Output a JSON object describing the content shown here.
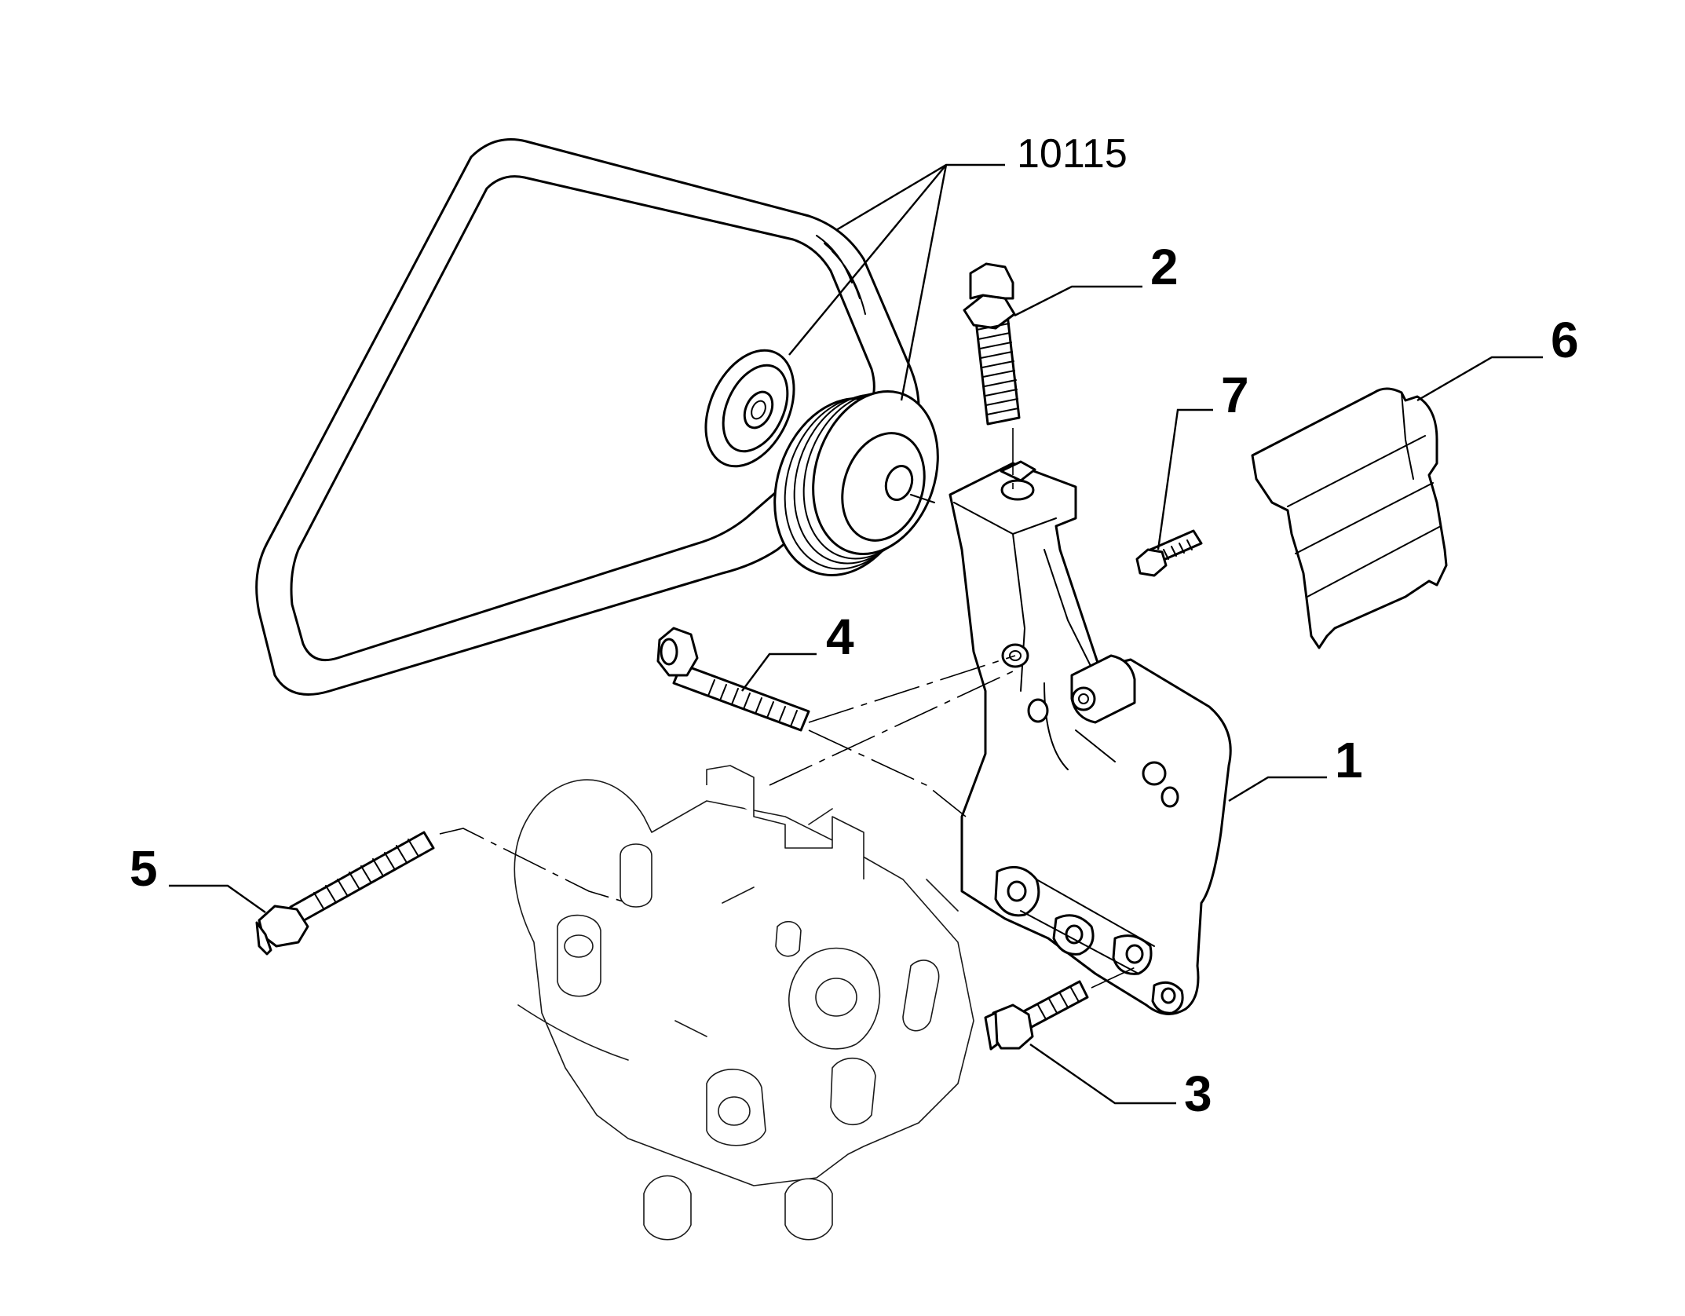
{
  "callouts": {
    "belt_kit": "10115",
    "bracket": "1",
    "upper_bolt": "2",
    "lower_bolt": "3",
    "front_long_bolt": "4",
    "side_long_bolt": "5",
    "cover_shield": "6",
    "small_screw": "7"
  },
  "colors": {
    "line": "#000000",
    "background": "#ffffff"
  }
}
